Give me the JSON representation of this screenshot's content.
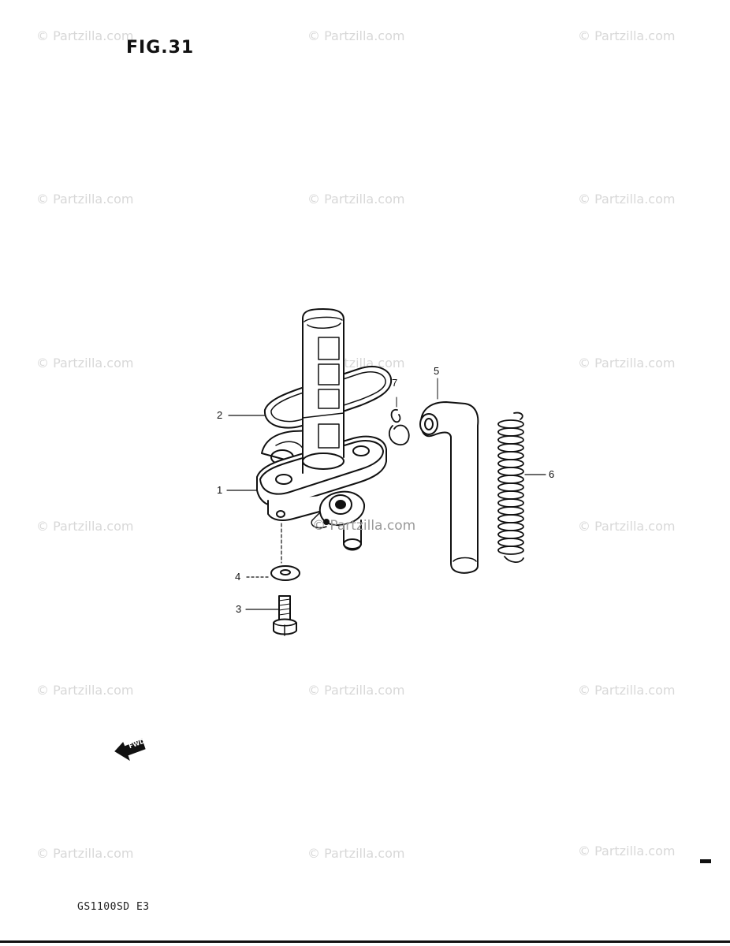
{
  "figure": {
    "title": "FIG.31",
    "model_code": "GS1100SD E3"
  },
  "watermark": {
    "text": "© Partzilla.com",
    "overlay_text": "© Partzilla.com"
  },
  "callouts": [
    {
      "id": "1",
      "label": "1"
    },
    {
      "id": "2",
      "label": "2"
    },
    {
      "id": "3",
      "label": "3"
    },
    {
      "id": "4",
      "label": "4"
    },
    {
      "id": "5",
      "label": "5"
    },
    {
      "id": "6",
      "label": "6"
    },
    {
      "id": "7",
      "label": "7"
    }
  ],
  "direction_badge": {
    "text": "FWD",
    "icon": "fwd-arrow-icon"
  }
}
